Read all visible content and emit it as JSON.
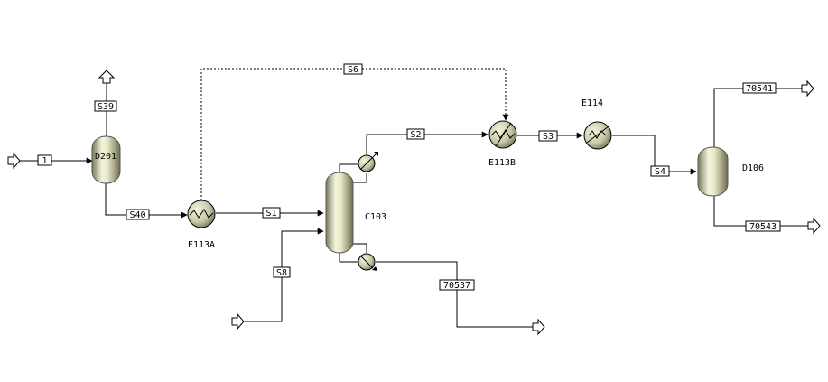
{
  "units": {
    "D201": "D201",
    "E113A": "E113A",
    "C103": "C103",
    "E113B": "E113B",
    "E114": "E114",
    "D106": "D106"
  },
  "streams": {
    "s1": "1",
    "s39": "S39",
    "s40": "S40",
    "s6": "S6",
    "S1": "S1",
    "S8": "S8",
    "S2": "S2",
    "S3": "S3",
    "S4": "S4",
    "s70537": "70537",
    "s70541": "70541",
    "s70543": "70543"
  },
  "colors": {
    "vessel_light": "#f4f4dc",
    "vessel_dark": "#7a7a5a",
    "line": "#000000"
  }
}
